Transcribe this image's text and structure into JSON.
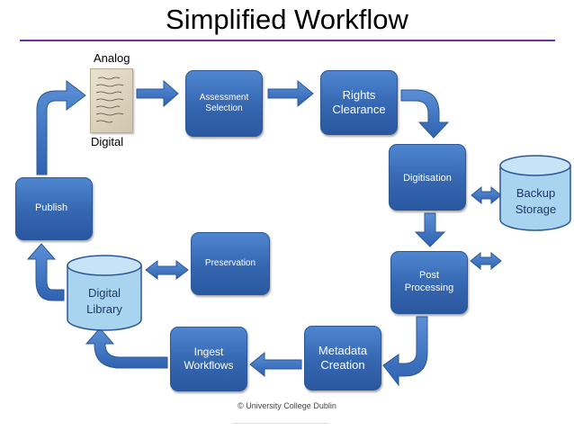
{
  "title": "Simplified Workflow",
  "labels": {
    "analog": "Analog",
    "digital": "Digital"
  },
  "nodes": {
    "assessment": [
      "Assessment",
      "Selection"
    ],
    "rights": [
      "Rights",
      "Clearance"
    ],
    "digitisation": [
      "Digitisation"
    ],
    "backup": [
      "Backup",
      "Storage"
    ],
    "post": [
      "Post",
      "Processing"
    ],
    "metadata": [
      "Metadata",
      "Creation"
    ],
    "ingest": [
      "Ingest",
      "Workflows"
    ],
    "preservation": [
      "Preservation"
    ],
    "library": [
      "Digital",
      "Library"
    ],
    "publish": [
      "Publish"
    ]
  },
  "footer": "© University College Dublin",
  "colors": {
    "box": "#3a6bb5",
    "cylinder": "#a9d4f0",
    "arrow": "#3c6fbf",
    "rule": "#7030a0"
  }
}
